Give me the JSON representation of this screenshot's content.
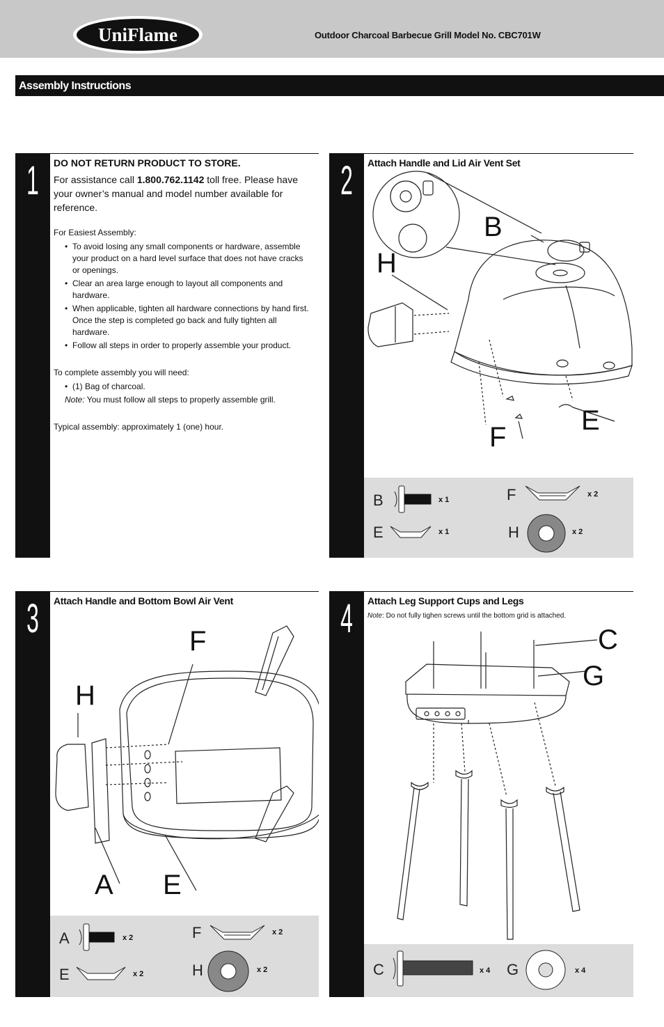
{
  "header": {
    "brand": "UniFlame",
    "model_title": "Outdoor Charcoal Barbecue Grill  Model No. CBC701W"
  },
  "section": {
    "title": "Assembly Instructions"
  },
  "step1": {
    "number": "1",
    "warning": "DO NOT RETURN PRODUCT TO STORE.",
    "assist_prefix": "For assistance call ",
    "phone": "1.800.762.1142",
    "assist_suffix": " toll free. Please have your owner’s manual and model number available for reference.",
    "easiest_heading": "For Easiest Assembly:",
    "bullets": [
      "To avoid losing any small components or hardware, assemble your product on a hard level surface that does not have cracks or openings.",
      "Clear an area large enough to layout all components and hardware.",
      "When applicable, tighten all hardware connections by hand first. Once the step is completed go back and fully tighten all hardware.",
      "Follow all steps in order to properly assemble your product."
    ],
    "need_heading": "To complete assembly you will need:",
    "need_items": [
      "(1) Bag of charcoal."
    ],
    "note_label": "Note:",
    "note_text": " You must follow all steps to properly assemble grill.",
    "typical": "Typical assembly: approximately 1 (one) hour."
  },
  "step2": {
    "number": "2",
    "heading": "Attach Handle and Lid Air Vent Set",
    "callouts": [
      "B",
      "H",
      "E",
      "F"
    ],
    "parts": [
      {
        "letter": "B",
        "qty": "x 1"
      },
      {
        "letter": "F",
        "qty": "x 2"
      },
      {
        "letter": "E",
        "qty": "x 1"
      },
      {
        "letter": "H",
        "qty": "x 2"
      }
    ]
  },
  "step3": {
    "number": "3",
    "heading": "Attach Handle and Bottom Bowl Air Vent",
    "callouts": [
      "F",
      "H",
      "A",
      "E"
    ],
    "parts": [
      {
        "letter": "A",
        "qty": "x 2"
      },
      {
        "letter": "F",
        "qty": "x 2"
      },
      {
        "letter": "E",
        "qty": "x 2"
      },
      {
        "letter": "H",
        "qty": "x 2"
      }
    ]
  },
  "step4": {
    "number": "4",
    "heading": "Attach Leg Support Cups and Legs",
    "note_label": "Note",
    "note_text": ": Do not fully tighen screws until the bottom grid is attached.",
    "callouts": [
      "C",
      "G"
    ],
    "parts": [
      {
        "letter": "C",
        "qty": "x 4"
      },
      {
        "letter": "G",
        "qty": "x 4"
      }
    ]
  },
  "colors": {
    "black": "#111111",
    "header_gray": "#c8c8c8",
    "parts_gray": "#dcdcdc"
  }
}
